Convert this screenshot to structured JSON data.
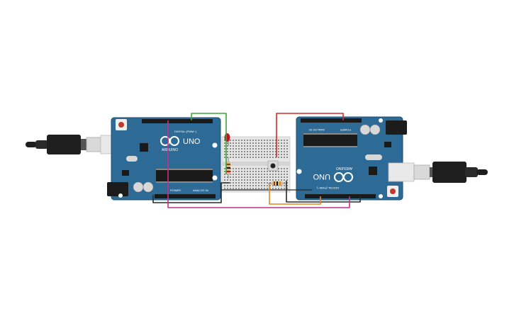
{
  "boards": {
    "left": {
      "model_label": "UNO",
      "brand_label": "ARDUINO",
      "digital_label": "DIGITAL (PWM~)",
      "power_label": "POWER",
      "analog_label": "ANALOG IN"
    },
    "right": {
      "model_label": "UNO",
      "brand_label": "ARDUINO",
      "digital_label": "DIGITAL (PWM~)",
      "power_label": "POWER",
      "analog_label": "ANALOG IN"
    }
  },
  "colors": {
    "board": "#2d6a95",
    "board_edge": "#1f4f74",
    "breadboard": "#e6e6e6",
    "wire_green": "#3aa63a",
    "wire_red": "#d22b2b",
    "wire_black": "#2a2a2a",
    "wire_magenta": "#c2318b",
    "wire_orange": "#e08a1e",
    "usb_cable": "#1e1e1e",
    "led": "#c0141e"
  },
  "icons": {
    "usb_left": "usb-cable-icon",
    "usb_right": "usb-cable-icon",
    "arduino_logo": "infinity-logo-icon"
  }
}
